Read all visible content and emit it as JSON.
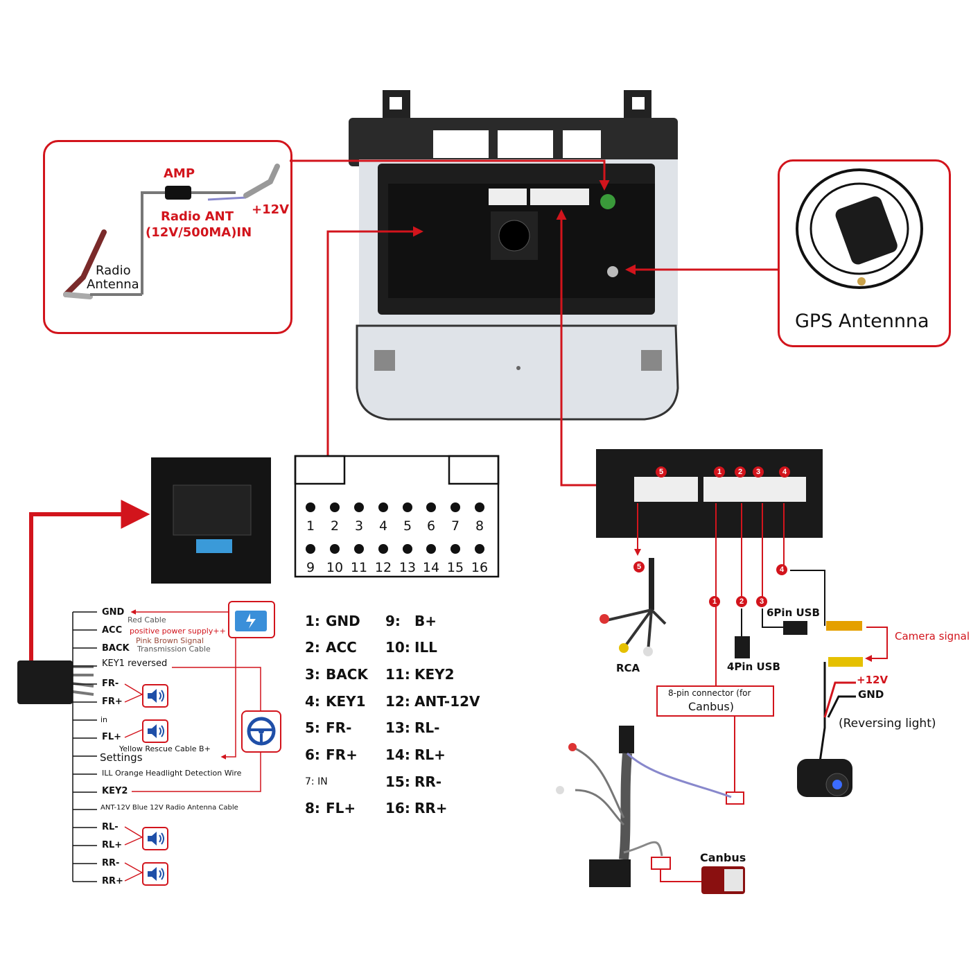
{
  "radio": {
    "amp": "AMP",
    "radio_ant": "Radio ANT",
    "radio_ant_spec": "(12V/500MA)IN",
    "plus12v": "+12V",
    "radio_antenna_line1": "Radio",
    "radio_antenna_line2": "Antenna"
  },
  "gps": {
    "label": "GPS Antennna"
  },
  "connector16": {
    "top_row": [
      "1",
      "2",
      "3",
      "4",
      "5",
      "6",
      "7",
      "8"
    ],
    "bottom_row": [
      "9",
      "10",
      "11",
      "12",
      "13",
      "14",
      "15",
      "16"
    ]
  },
  "pin_legend": {
    "left": [
      {
        "num": "1:",
        "name": "GND"
      },
      {
        "num": "2:",
        "name": "ACC"
      },
      {
        "num": "3:",
        "name": "BACK"
      },
      {
        "num": "4:",
        "name": "KEY1"
      },
      {
        "num": "5:",
        "name": "FR-"
      },
      {
        "num": "6:",
        "name": "FR+"
      },
      {
        "num": "7: IN",
        "name": ""
      },
      {
        "num": "8:",
        "name": "FL+"
      }
    ],
    "right": [
      {
        "num": "9:",
        "name": "B+"
      },
      {
        "num": "10:",
        "name": "ILL"
      },
      {
        "num": "11:",
        "name": "KEY2"
      },
      {
        "num": "12:",
        "name": "ANT-12V"
      },
      {
        "num": "13:",
        "name": "RL-"
      },
      {
        "num": "14:",
        "name": "RL+"
      },
      {
        "num": "15:",
        "name": "RR-"
      },
      {
        "num": "16:",
        "name": "RR+"
      }
    ]
  },
  "wires": {
    "gnd": "GND",
    "red_cable": "Red Cable",
    "acc": "ACC",
    "positive_supply": "positive power supply++",
    "back": "BACK",
    "pink_brown": "Pink Brown Signal",
    "transmission": "Transmission Cable",
    "key1": "KEY1 reversed",
    "fr_minus": "FR-",
    "fr_plus": "FR+",
    "in": "in",
    "fl_plus": "FL+",
    "settings": "Settings",
    "yellow_rescue": "Yellow Rescue Cable B+",
    "ill": "ILL Orange Headlight Detection Wire",
    "key2": "KEY2",
    "ant12": "ANT-12V Blue 12V Radio Antenna Cable",
    "rl_minus": "RL-",
    "rl_plus": "RL+",
    "rr_minus": "RR-",
    "rr_plus": "RR+"
  },
  "right_side": {
    "port_numbers": [
      "5",
      "1",
      "2",
      "3",
      "4"
    ],
    "rca": "RCA",
    "usb4": "4Pin USB",
    "usb6": "6Pin USB",
    "camera_signal": "Camera signal",
    "plus12v": "+12V",
    "gnd": "GND",
    "reversing_light": "(Reversing light)",
    "canbus_connector_line1": "8-pin connector (for",
    "canbus_connector_line2": "Canbus)",
    "canbus": "Canbus"
  }
}
